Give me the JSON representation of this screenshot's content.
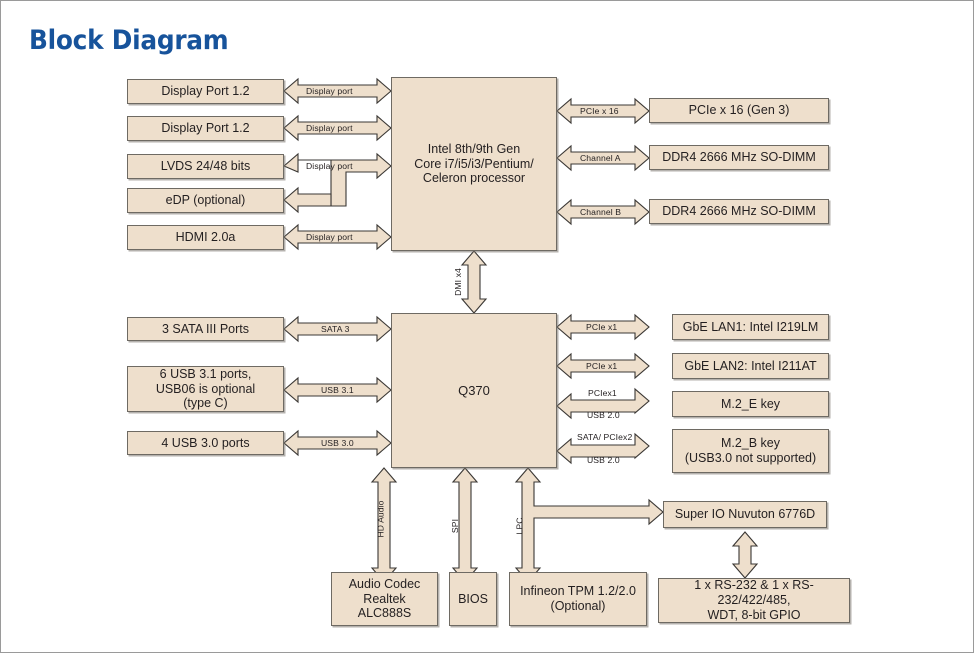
{
  "page": {
    "title": "Block Diagram",
    "title_color": "#17539B",
    "block_fill": "#EEDFCC",
    "block_stroke": "#6E6A63"
  },
  "processor": {
    "label": "Intel 8th/9th Gen\nCore i7/i5/i3/Pentium/\nCeleron processor"
  },
  "chipset": {
    "label": "Q370"
  },
  "display_blocks": [
    {
      "label": "Display Port 1.2"
    },
    {
      "label": "Display Port 1.2"
    },
    {
      "label": "LVDS 24/48 bits"
    },
    {
      "label": "eDP (optional)"
    },
    {
      "label": "HDMI 2.0a"
    }
  ],
  "display_links": [
    {
      "label": "Display port"
    },
    {
      "label": "Display port"
    },
    {
      "label": "Display port"
    },
    {
      "label": "Display port"
    }
  ],
  "cpu_right_blocks": [
    {
      "label": "PCIe x 16 (Gen 3)"
    },
    {
      "label": "DDR4 2666 MHz SO-DIMM"
    },
    {
      "label": "DDR4 2666 MHz SO-DIMM"
    }
  ],
  "cpu_right_links": [
    {
      "label": "PCIe x 16"
    },
    {
      "label": "Channel A"
    },
    {
      "label": "Channel B"
    }
  ],
  "cpu_chipset_link": {
    "label": "DMI x4"
  },
  "chipset_left_blocks": [
    {
      "label": "3 SATA III Ports"
    },
    {
      "label": "6 USB 3.1 ports,\nUSB06 is optional\n(type C)"
    },
    {
      "label": "4 USB 3.0 ports"
    }
  ],
  "chipset_left_links": [
    {
      "label": "SATA 3"
    },
    {
      "label": "USB 3.1"
    },
    {
      "label": "USB 3.0"
    }
  ],
  "chipset_right_blocks": [
    {
      "label": "GbE LAN1: Intel I219LM"
    },
    {
      "label": "GbE LAN2: Intel I211AT"
    },
    {
      "label": "M.2_E key"
    },
    {
      "label": "M.2_B key\n(USB3.0 not supported)"
    }
  ],
  "chipset_right_links": [
    {
      "top": "PCIe x1",
      "bottom": ""
    },
    {
      "top": "PCIe x1",
      "bottom": ""
    },
    {
      "top": "PCIex1",
      "bottom": "USB 2.0"
    },
    {
      "top": "SATA/ PCIex2",
      "bottom": "USB 2.0"
    }
  ],
  "chipset_bottom_links": [
    {
      "label": "HD Audio"
    },
    {
      "label": "SPI"
    },
    {
      "label": "LPC"
    }
  ],
  "bottom_blocks": [
    {
      "label": "Audio Codec\nRealtek ALC888S"
    },
    {
      "label": "BIOS"
    },
    {
      "label": "Infineon TPM 1.2/2.0\n(Optional)"
    },
    {
      "label": "1 x RS-232 & 1 x RS-232/422/485,\nWDT, 8-bit GPIO"
    }
  ],
  "super_io": {
    "label": "Super IO Nuvuton 6776D"
  }
}
